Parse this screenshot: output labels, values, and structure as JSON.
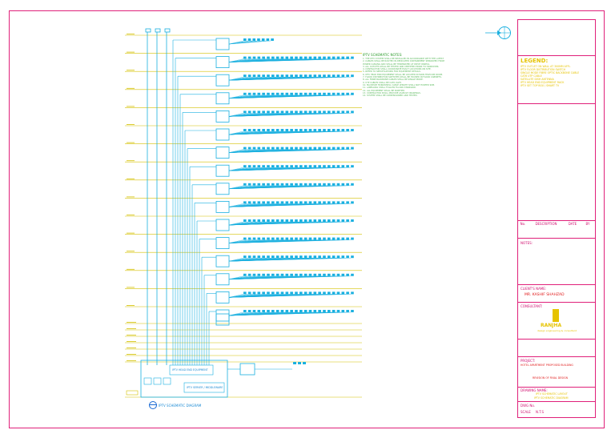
{
  "diagram": {
    "caption": "IPTV SCHEMATIC DIAGRAM",
    "notes_title": "IPTV SCHEMATIC NOTES:",
    "notes": [
      "1. THE IPTV SYSTEM SHALL BE INSTALLED IN ACCORDANCE WITH THE LATEST",
      "2. CABLES SHALL BE ROUTED IN DEDICATED CONTAINMENT SEPARATED FROM",
      "POWER CABLING AND SHALL BE TERMINATED AT PATCH PANELS.",
      "3. ALL OUTLETS SHALL BE TESTED AND CERTIFIED PRIOR TO HANDOVER.",
      "4. CONTRACTOR SHALL COORDINATE EXACT LOCATIONS ON SITE.",
      "5. REFER TO SPECIFICATIONS FOR EQUIPMENT DETAILS.",
      "6. IPTV HEAD END EQUIPMENT SHALL BE LOCATED IN MAIN TELECOM ROOM.",
      "7. FLOOR DISTRIBUTION SWITCHES SHALL BE HOUSED IN FLOOR CABINETS.",
      "8. ALL FIBRE BACKBONE CABLES SHALL BE SINGLE MODE.",
      "9. UTP CABLES SHALL BE CAT6 LSZH.",
      "10. MAXIMUM HORIZONTAL CABLE LENGTH SHALL NOT EXCEED 90M.",
      "11. LABELLING SHALL FOLLOW TIA-606 STANDARD.",
      "12. ALL EQUIPMENT SHALL BE EARTHED.",
      "13. CONTRACTOR SHALL PROVIDE AS-BUILT DRAWINGS.",
      "14. SYSTEM SHALL BE COMMISSIONED AND TESTED."
    ],
    "head_end_label": "IPTV HEAD END EQUIPMENT",
    "server_label": "IPTV SERVER / MIDDLEWARE"
  },
  "titleblock": {
    "legend_title": "LEGEND:",
    "legend_lines": [
      "IPTV OUTLET ON WALL AT 300MM AFFL",
      "IPTV FLOOR DISTRIBUTION SWITCH",
      "SINGLE MODE FIBRE OPTIC BACKBONE CABLE",
      "CAT6 UTP CABLE",
      "SATELLITE DISH ANTENNA",
      "IPTV HEAD END EQUIPMENT RACK",
      "IPTV SET TOP BOX / SMART TV"
    ],
    "rev_headers": [
      "No.",
      "DESCRIPTION",
      "DATE",
      "BY"
    ],
    "notes_label": "NOTES:",
    "client_label": "CLIENT'S NAME:",
    "client_name": "MR. KASHIF SHAHZAD",
    "consultant_label": "CONSULTANT:",
    "firm_name": "RANJHA",
    "firm_sub": "design engineering & consultant",
    "project_label": "PROJECT:",
    "project_name": "HOTEL APARTMENT PROPOSED BUILDING",
    "stage": "REVISION OF FINAL DESIGN",
    "drawing_label": "DRAWING NAME:",
    "drawing_name": "IPTV SCHEMATIC LAYOUT",
    "drawing_sub": "IPTV SCHEMATIC DIAGRAM",
    "dwg_no_label": "DWG No.",
    "scale_label": "SCALE",
    "scale_value": "N.T.S"
  }
}
